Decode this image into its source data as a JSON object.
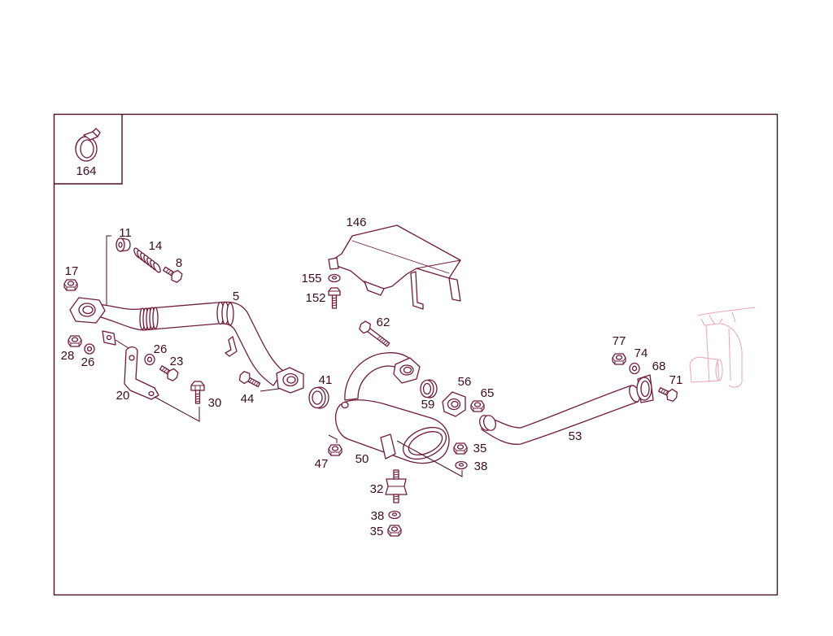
{
  "inset": {
    "callout": "164"
  },
  "callouts": [
    "146",
    "11",
    "14",
    "8",
    "17",
    "5",
    "155",
    "152",
    "62",
    "77",
    "74",
    "68",
    "71",
    "28",
    "26",
    "26",
    "23",
    "20",
    "30",
    "44",
    "41",
    "56",
    "59",
    "65",
    "53",
    "47",
    "50",
    "35",
    "38",
    "32",
    "38",
    "35"
  ],
  "colors": {
    "line": "#6f1c38",
    "text": "#3c0c1d",
    "frame": "#4b0f25",
    "ghost": "#eaa5b5"
  }
}
